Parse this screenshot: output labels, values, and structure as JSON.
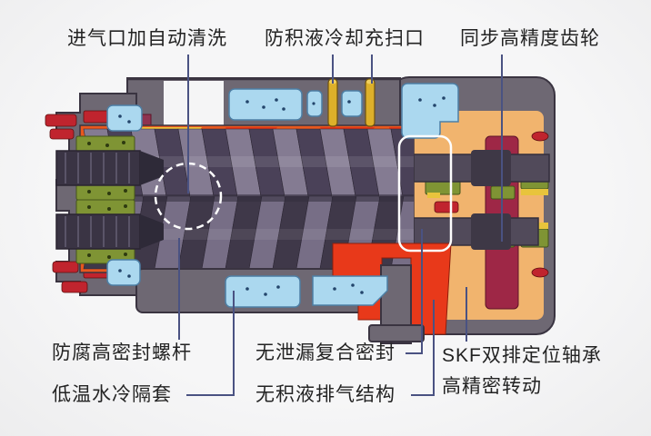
{
  "diagram": {
    "type": "twin-screw-compressor-cutaway",
    "callouts": {
      "intake": {
        "label": "进气口加自动清洗"
      },
      "scavenge": {
        "label": "防积液冷却充扫口"
      },
      "sync_gear": {
        "label": "同步高精度齿轮"
      },
      "screw": {
        "label": "防腐高密封螺杆"
      },
      "seal": {
        "label": "无泄漏复合密封"
      },
      "skf_bearing": {
        "label": "SKF双排定位轴承"
      },
      "jacket": {
        "label": "低温水冷隔套"
      },
      "exhaust": {
        "label": "无积液排气结构"
      },
      "rotation": {
        "label": "高精密转动"
      }
    },
    "colors": {
      "background": "#f4f4f5",
      "label_text": "#232323",
      "callout_line": "#4a5282",
      "highlight": "#fdfdfd",
      "casing_gray": "#6e6873",
      "casing_outline": "#3a3441",
      "coolant_blue": "#abd8ef",
      "coolant_outline": "#4d7fa5",
      "chamber_orange": "#e8581e",
      "chamber_red": "#e43616",
      "chamber_yellow": "#f2c23c",
      "maroon_band": "#8e3350",
      "gear_housing_tan": "#f1b46e",
      "gear_red": "#9e2746",
      "bearing_green": "#7f9434",
      "rotor_dark": "#4a4158",
      "rotor_light": "#847b92",
      "exhaust_red": "#e8391a",
      "pin_gold": "#ddb02a",
      "fitting_red": "#c0242e"
    }
  }
}
